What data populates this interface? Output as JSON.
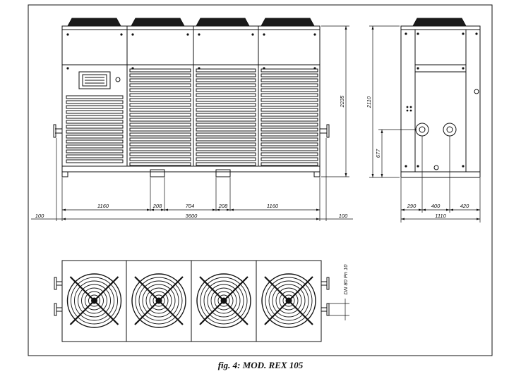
{
  "front_view": {
    "dim_height": "2235",
    "dim_left_offset": "100",
    "dim_right_offset": "100",
    "dim_total_width": "3600",
    "dim_segments": [
      "1160",
      "208",
      "704",
      "208",
      "1160"
    ]
  },
  "side_view": {
    "dim_height": "2110",
    "dim_pipe_height": "677",
    "dim_widths": [
      "290",
      "400",
      "420"
    ],
    "dim_total_width": "1110"
  },
  "top_view": {
    "connection_label": "DN 80 Pn 10",
    "fan_count": 4
  },
  "caption": "fig. 4: MOD. REX 105",
  "colors": {
    "line": "#111111",
    "fan_top": "#1a1a1a",
    "background": "#ffffff"
  }
}
